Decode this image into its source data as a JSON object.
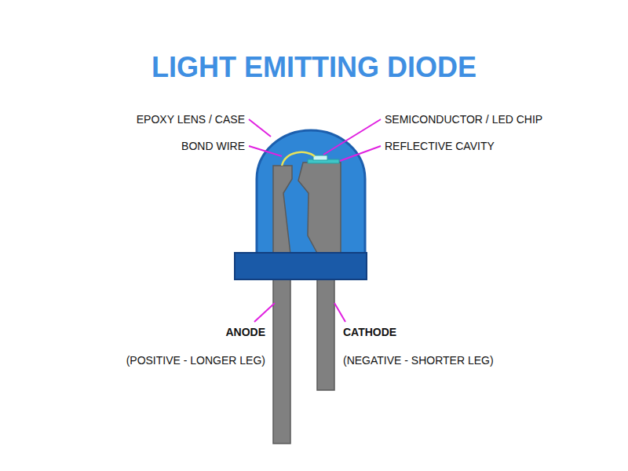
{
  "diagram": {
    "title": "LIGHT EMITTING DIODE",
    "labels": [
      "EPOXY LENS / CASE",
      "BOND WIRE",
      "SEMICONDUCTOR / LED CHIP",
      "REFLECTIVE CAVITY",
      "ANODE",
      "(POSITIVE - LONGER LEG)",
      "CATHODE",
      "(NEGATIVE - SHORTER LEG)"
    ]
  }
}
